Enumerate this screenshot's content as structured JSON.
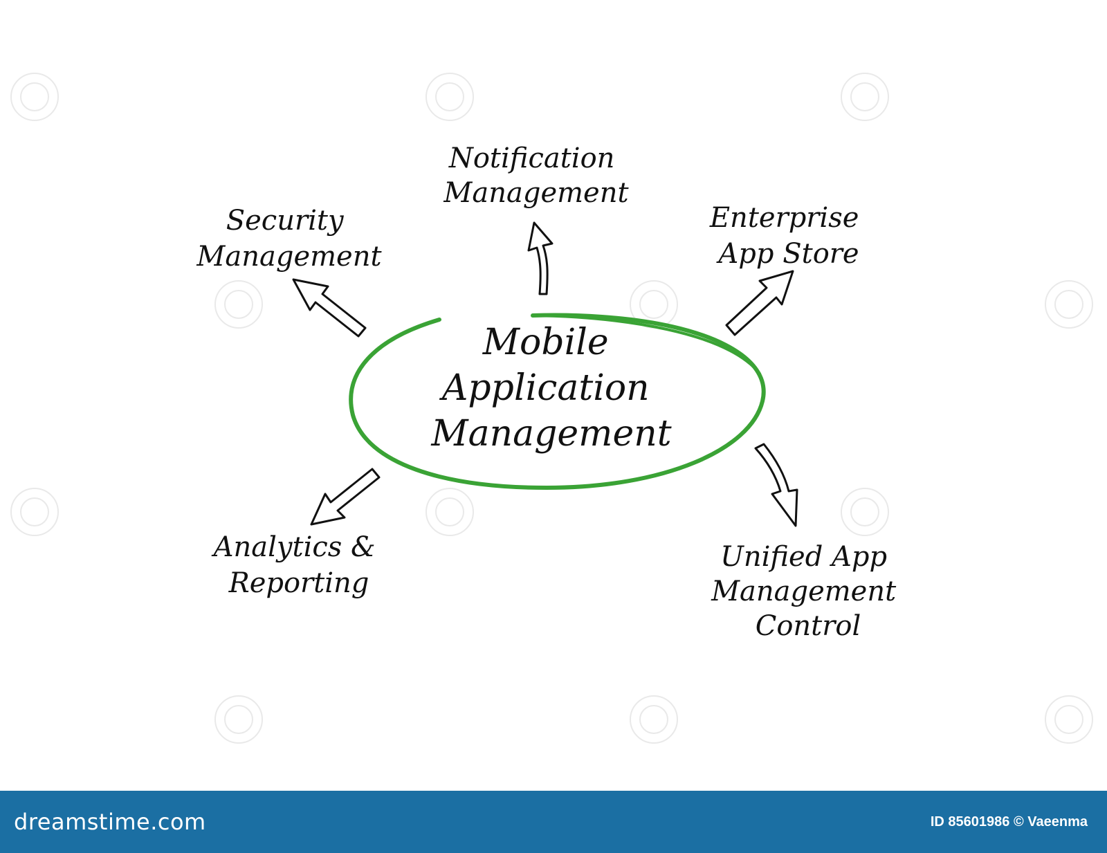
{
  "diagram": {
    "center": [
      "Mobile",
      "Application",
      "Management"
    ],
    "nodes": [
      {
        "id": "notification",
        "lines": [
          "Notification",
          "Management"
        ]
      },
      {
        "id": "security",
        "lines": [
          "Security",
          "Management"
        ]
      },
      {
        "id": "enterprise",
        "lines": [
          "Enterprise",
          "App Store"
        ]
      },
      {
        "id": "analytics",
        "lines": [
          "Analytics &",
          "Reporting"
        ]
      },
      {
        "id": "unified",
        "lines": [
          "Unified App",
          "Management",
          "Control"
        ]
      }
    ],
    "colors": {
      "ellipse": "#3aa335",
      "text": "#111111",
      "arrow": "#111111"
    }
  },
  "footer": {
    "logo": "dreamstime.com",
    "credit": "ID 85601986 © Vaeenma",
    "background": "#1b6fa3"
  }
}
